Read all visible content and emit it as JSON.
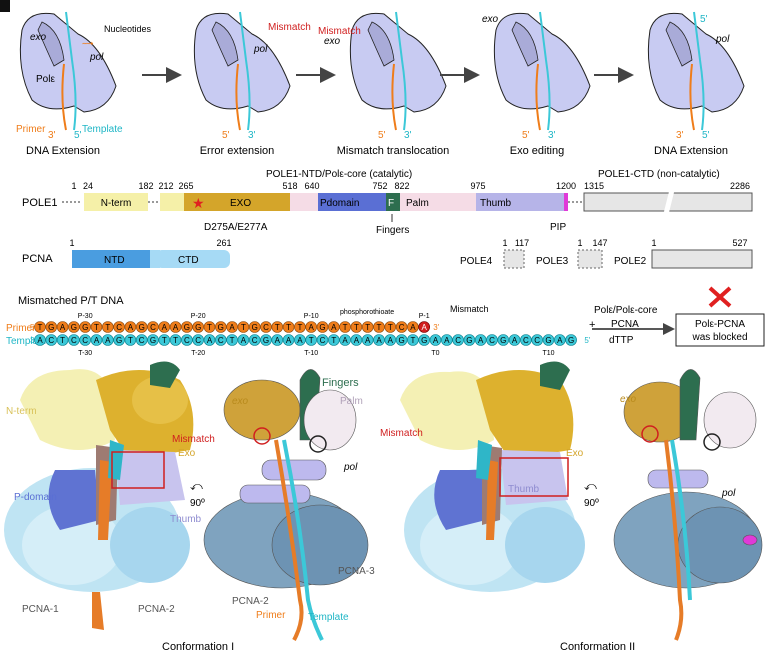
{
  "panel_a": {
    "stages": [
      {
        "caption": "DNA Extension"
      },
      {
        "caption": "Error extension"
      },
      {
        "caption": "Mismatch translocation"
      },
      {
        "caption": "Exo editing"
      },
      {
        "caption": "DNA Extension"
      }
    ],
    "labels": {
      "exo": "exo",
      "pol": "pol",
      "pole": "Polε",
      "nucleotides": "Nucleotides",
      "primer": "Primer",
      "template": "Template",
      "mismatch": "Mismatch",
      "three_prime": "3'",
      "five_prime": "5'"
    }
  },
  "domains": {
    "catalytic_title": "POLE1-NTD/Polε-core (catalytic)",
    "noncatalytic_title": "POLE1-CTD (non-catalytic)",
    "pole1": {
      "label": "POLE1",
      "nterm": "N-term",
      "exo": "EXO",
      "pdomain": "Pdomain",
      "f": "F",
      "palm": "Palm",
      "thumb": "Thumb",
      "pip": "PIP",
      "fingers": "Fingers",
      "mutation": "D275A/E277A",
      "ticks": [
        "1",
        "24",
        "182",
        "212",
        "265",
        "518",
        "640",
        "752",
        "822",
        "975",
        "1200",
        "1315",
        "2286"
      ]
    },
    "pcna": {
      "label": "PCNA",
      "ntd": "NTD",
      "ctd": "CTD",
      "ticks": [
        "1",
        "261"
      ]
    },
    "pole4": {
      "label": "POLE4",
      "ticks": [
        "1",
        "117"
      ]
    },
    "pole3": {
      "label": "POLE3",
      "ticks": [
        "1",
        "147"
      ]
    },
    "pole2": {
      "label": "POLE2",
      "ticks": [
        "1",
        "527"
      ]
    }
  },
  "dna": {
    "title": "Mismatched P/T DNA",
    "primer_label": "Primer",
    "template_label": "Template",
    "primer_seq": "TGAGGTTCAGCAAGGTGATGCTTTAGATTTTTCA",
    "mismatch_base": "A",
    "template_seq": "ACTCCAAGTCGTTCCACTACGAAATCTAAAAAGTGAACGACGACCGAG",
    "primer_ticks": [
      "P-30",
      "P-20",
      "P-10",
      "P-1"
    ],
    "template_ticks": [
      "T-30",
      "T-20",
      "T-10",
      "T0",
      "T10"
    ],
    "phosphorothioate": "phosphorothioate",
    "mismatch": "Mismatch",
    "conditions": [
      "Polε/Polε-core",
      "PCNA",
      "dTTP"
    ],
    "plus": "+",
    "result_line1": "Polε-PCNA",
    "result_line2": "was blocked"
  },
  "structures": {
    "conf1": {
      "caption": "Conformation I",
      "map_labels": {
        "nterm": "N-term",
        "mismatch": "Mismatch",
        "exo": "Exo",
        "pdomain": "P-domain",
        "thumb": "Thumb",
        "pcna1": "PCNA-1",
        "pcna2": "PCNA-2"
      },
      "model_labels": {
        "exo": "exo",
        "fingers": "Fingers",
        "palm": "Palm",
        "pol": "pol",
        "pcna2": "PCNA-2",
        "pcna3": "PCNA-3",
        "primer": "Primer",
        "template": "Template"
      }
    },
    "conf2": {
      "caption": "Conformation II",
      "map_labels": {
        "mismatch": "Mismatch",
        "exo": "Exo",
        "thumb": "Thumb"
      },
      "model_labels": {
        "exo": "exo",
        "pol": "pol"
      }
    },
    "rotation": "90º"
  },
  "colors": {
    "pole_body": "#c8cbf2",
    "primer": "#ef7d1a",
    "template": "#3cc8d8",
    "mismatch": "#d01f1f",
    "nterm": "#f5f0a8",
    "exo": "#d4a52a",
    "pdomain": "#5a6fd4",
    "fingers": "#2d6e4f",
    "palm": "#f5dce6",
    "thumb": "#b6b4e8",
    "pip": "#e03ad8",
    "grey": "#e6e6e6",
    "pcna_ntd": "#4a9de0",
    "pcna_ctd": "#a6daf5"
  }
}
